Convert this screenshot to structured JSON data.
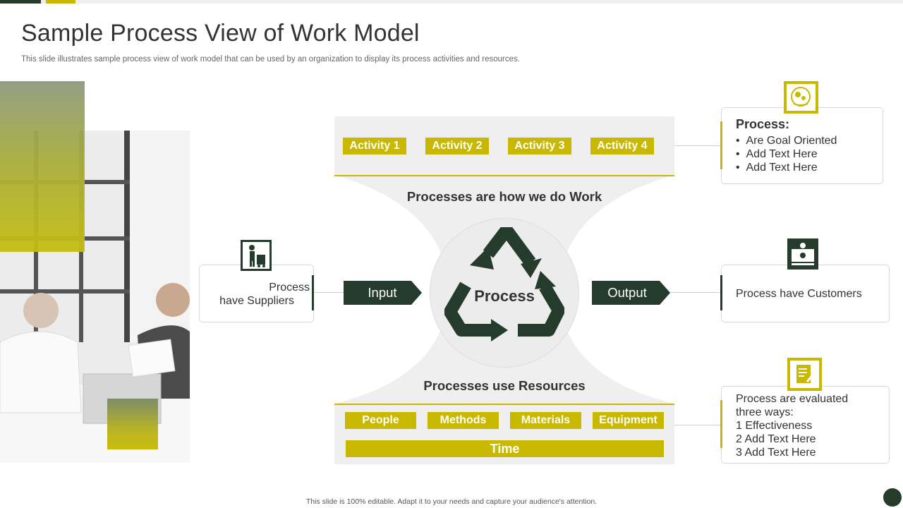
{
  "title": "Sample Process View of Work Model",
  "subtitle": "This slide illustrates sample process view of work model that can be used by an organization to display its process activities and resources.",
  "footer": "This slide is 100% editable. Adapt it to your needs and capture your audience's attention.",
  "colors": {
    "dark_green": "#253c2c",
    "olive": "#c9b800",
    "panel": "#efefef"
  },
  "activities": [
    "Activity 1",
    "Activity 2",
    "Activity 3",
    "Activity 4"
  ],
  "top_heading": "Processes are how we do Work",
  "center_label": "Process",
  "bottom_heading": "Processes use Resources",
  "resources": [
    "People",
    "Methods",
    "Materials",
    "Equipment"
  ],
  "time_label": "Time",
  "input_label": "Input",
  "output_label": "Output",
  "suppliers_card": {
    "line1": "Process",
    "line2": "have Suppliers",
    "icon": "worker-trolley-icon"
  },
  "customers_card": {
    "text": "Process have Customers",
    "icon": "customer-desk-icon"
  },
  "process_card": {
    "heading": "Process:",
    "bullets": [
      "Are Goal Oriented",
      "Add Text Here",
      "Add Text Here"
    ],
    "icon": "gears-hand-icon"
  },
  "evaluation_card": {
    "lines": [
      "Process are evaluated",
      "three ways:",
      "1 Effectiveness",
      "2 Add Text  Here",
      "3 Add Text  Here"
    ],
    "icon": "document-pen-icon"
  },
  "recycle_icon": "recycle-arrows-icon"
}
